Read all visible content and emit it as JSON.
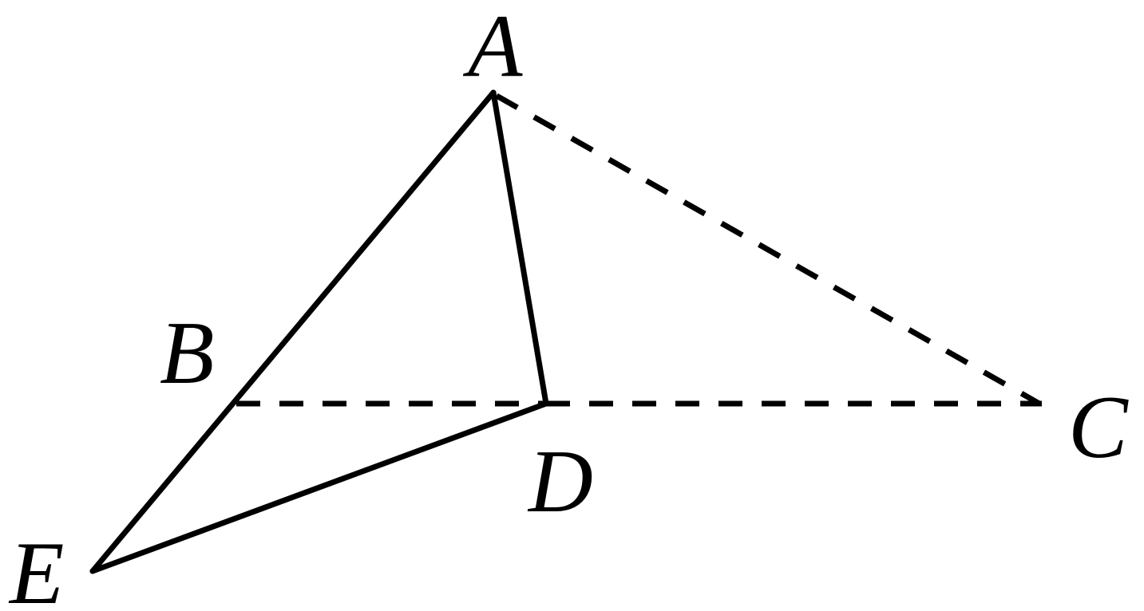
{
  "diagram": {
    "points": {
      "A": "A",
      "B": "B",
      "C": "C",
      "D": "D",
      "E": "E"
    },
    "segments": [
      {
        "from": "E",
        "to": "A",
        "style": "solid"
      },
      {
        "from": "A",
        "to": "D",
        "style": "solid"
      },
      {
        "from": "D",
        "to": "E",
        "style": "solid"
      },
      {
        "from": "A",
        "to": "C",
        "style": "dashed"
      },
      {
        "from": "B",
        "to": "D",
        "style": "dashed"
      },
      {
        "from": "D",
        "to": "C",
        "style": "dashed"
      }
    ]
  }
}
